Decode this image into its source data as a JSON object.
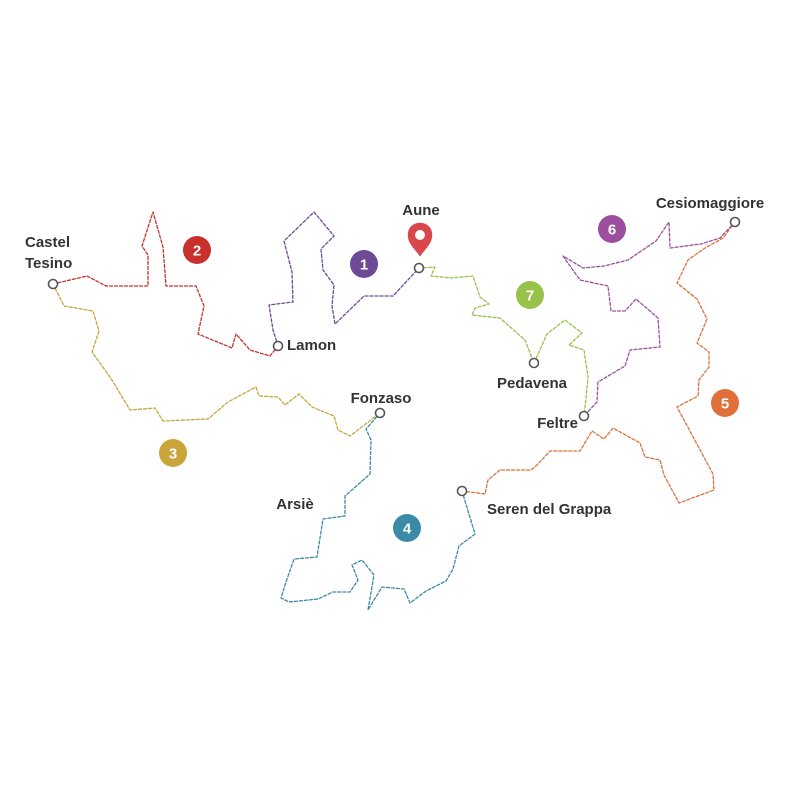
{
  "towns": {
    "castel_tesino_line1": "Castel",
    "castel_tesino_line2": "Tesino",
    "aune": "Aune",
    "lamon": "Lamon",
    "fonzaso": "Fonzaso",
    "arsie": "Arsiè",
    "pedavena": "Pedavena",
    "feltre": "Feltre",
    "seren_del_grappa": "Seren del Grappa",
    "cesiomaggiore": "Cesiomaggiore"
  },
  "routes": [
    {
      "number": "1",
      "color": "#6e4a96"
    },
    {
      "number": "2",
      "color": "#c8302c"
    },
    {
      "number": "3",
      "color": "#c9a53a"
    },
    {
      "number": "4",
      "color": "#3b8aa8"
    },
    {
      "number": "5",
      "color": "#e0703a"
    },
    {
      "number": "6",
      "color": "#9b4f9e"
    },
    {
      "number": "7",
      "color": "#98c24a"
    }
  ],
  "marker": {
    "icon": "map-pin-icon",
    "color": "#d9474d"
  }
}
